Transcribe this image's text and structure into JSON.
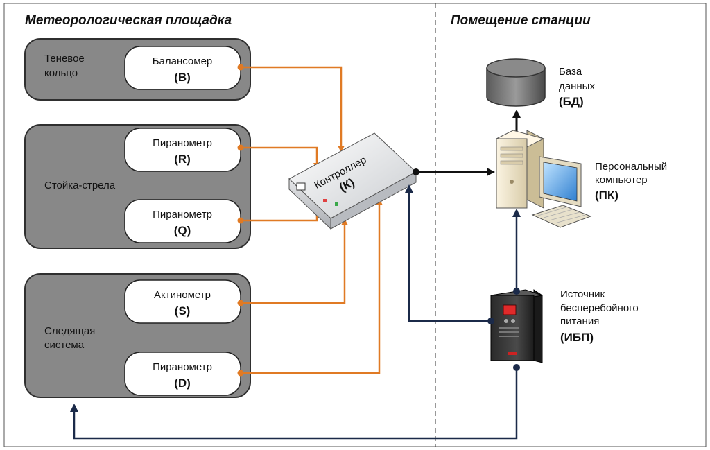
{
  "zones": {
    "left_title": "Метеорологическая площадка",
    "right_title": "Помещение станции"
  },
  "groups": [
    {
      "id": "shadow",
      "lines": [
        "Теневое",
        "кольцо"
      ]
    },
    {
      "id": "rack",
      "lines": [
        "Стойка-стрела"
      ]
    },
    {
      "id": "tracker",
      "lines": [
        "Следящая",
        "система"
      ]
    }
  ],
  "sensors": [
    {
      "id": "B",
      "name": "Балансомер",
      "code": "(B)"
    },
    {
      "id": "R",
      "name": "Пиранометр",
      "code": "(R)"
    },
    {
      "id": "Q",
      "name": "Пиранометр",
      "code": "(Q)"
    },
    {
      "id": "S",
      "name": "Актинометр",
      "code": "(S)"
    },
    {
      "id": "D",
      "name": "Пиранометр",
      "code": "(D)"
    }
  ],
  "controller": {
    "name": "Контроллер",
    "code": "(К)"
  },
  "devices": {
    "db": {
      "lines": [
        "База",
        "данных"
      ],
      "code": "(БД)"
    },
    "pc": {
      "lines": [
        "Персональный",
        "компьютер"
      ],
      "code": "(ПК)"
    },
    "ups": {
      "lines": [
        "Источник",
        "бесперебойного",
        "питания"
      ],
      "code": "(ИБП)"
    }
  },
  "colors": {
    "sensor_link": "#E07A24",
    "power_link": "#1B2A49",
    "data_link": "#111111",
    "group_fill": "#888888",
    "sensor_fill": "#ffffff"
  }
}
